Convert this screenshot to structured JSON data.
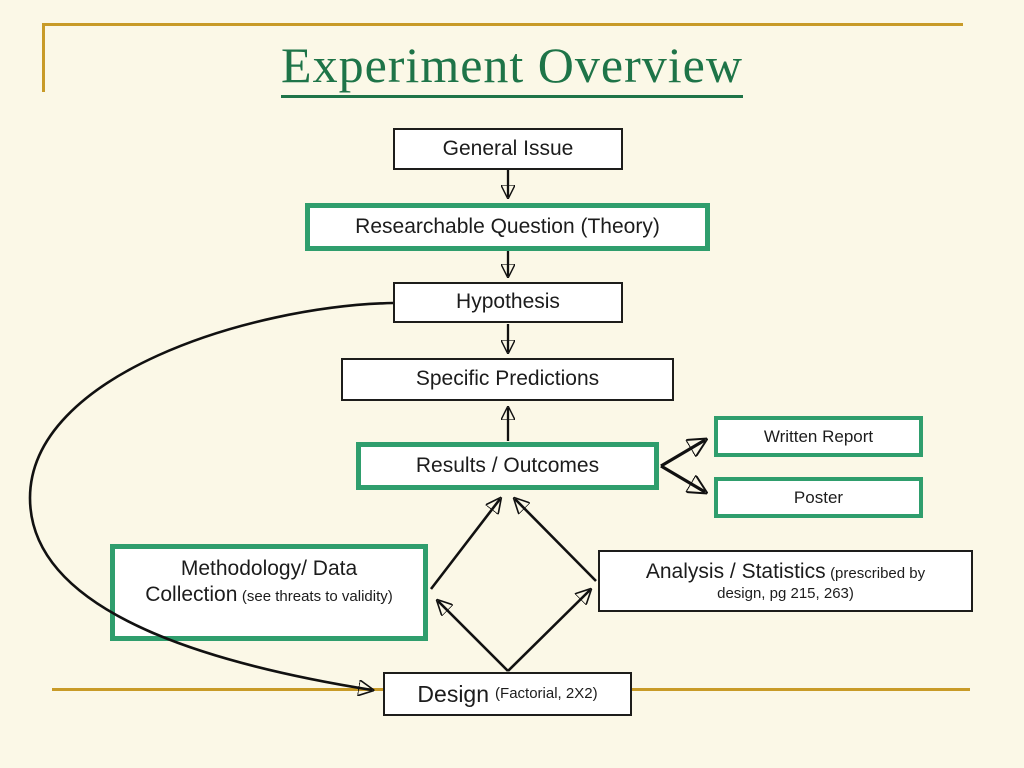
{
  "slide": {
    "title": "Experiment Overview",
    "colors": {
      "background": "#FBF8E7",
      "title_green": "#1E7448",
      "accent_green": "#2F9E6D",
      "gold": "#C89B28",
      "box_fill": "#FFFFFF",
      "box_border_black": "#1d1d1b",
      "arrow_black": "#111111"
    }
  },
  "flowchart": {
    "nodes": {
      "general_issue": {
        "label": "General Issue",
        "style": "black"
      },
      "researchable_question": {
        "label": "Researchable Question (Theory)",
        "style": "green"
      },
      "hypothesis": {
        "label": "Hypothesis",
        "style": "black"
      },
      "specific_predictions": {
        "label": "Specific Predictions",
        "style": "black"
      },
      "results_outcomes": {
        "label": "Results / Outcomes",
        "style": "green"
      },
      "written_report": {
        "label": "Written Report",
        "style": "green"
      },
      "poster": {
        "label": "Poster",
        "style": "green"
      },
      "methodology": {
        "label_line1": "Methodology/ Data",
        "label_line2": "Collection",
        "note": "(see threats to validity)",
        "style": "green"
      },
      "analysis": {
        "label": "Analysis / Statistics",
        "note_line1": "(prescribed by",
        "note_line2": "design, pg 215, 263)",
        "style": "black"
      },
      "design": {
        "label": "Design",
        "note": "(Factorial, 2X2)",
        "style": "black"
      }
    },
    "edges": [
      {
        "from": "general_issue",
        "to": "researchable_question"
      },
      {
        "from": "researchable_question",
        "to": "hypothesis"
      },
      {
        "from": "hypothesis",
        "to": "specific_predictions"
      },
      {
        "from": "results_outcomes",
        "to": "specific_predictions"
      },
      {
        "from": "results_outcomes",
        "to": "written_report"
      },
      {
        "from": "results_outcomes",
        "to": "poster"
      },
      {
        "from": "design",
        "to": "methodology"
      },
      {
        "from": "design",
        "to": "analysis"
      },
      {
        "from": "methodology",
        "to": "results_outcomes"
      },
      {
        "from": "analysis",
        "to": "results_outcomes"
      },
      {
        "from": "hypothesis",
        "to": "design",
        "shape": "curved"
      }
    ]
  }
}
